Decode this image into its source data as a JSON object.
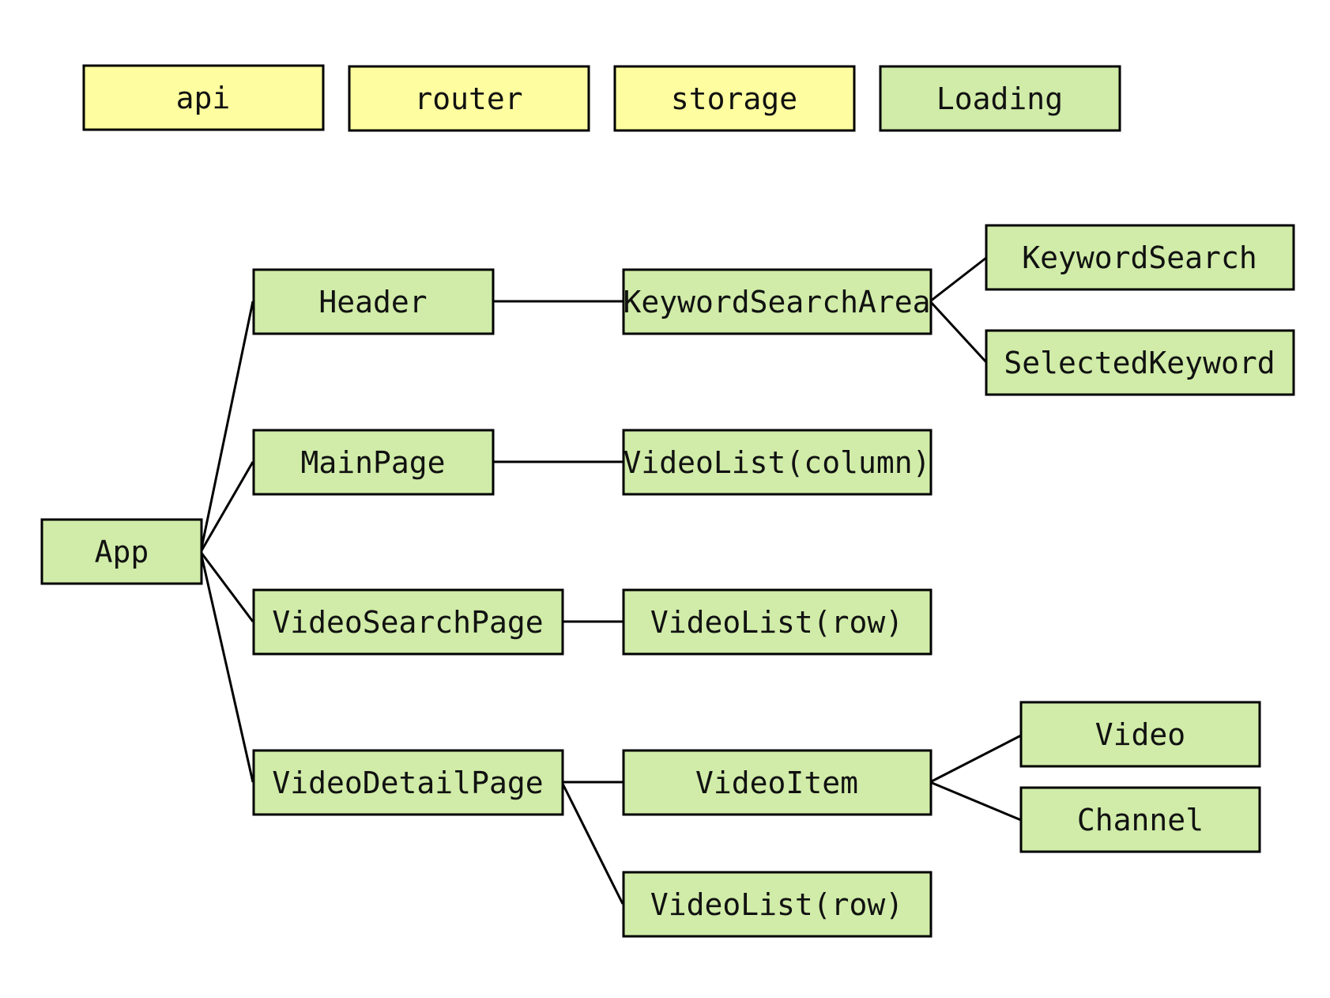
{
  "colors": {
    "global": "#fefea0",
    "component": "#d0eca8",
    "border": "#000000"
  },
  "global_modules": [
    {
      "id": "api",
      "label": "api"
    },
    {
      "id": "router",
      "label": "router"
    },
    {
      "id": "storage",
      "label": "storage"
    }
  ],
  "shared_components": [
    {
      "id": "loading",
      "label": "Loading"
    }
  ],
  "tree": {
    "app": {
      "label": "App"
    },
    "header": {
      "label": "Header"
    },
    "main_page": {
      "label": "MainPage"
    },
    "video_search_page": {
      "label": "VideoSearchPage"
    },
    "video_detail_page": {
      "label": "VideoDetailPage"
    },
    "keyword_search_area": {
      "label": "KeywordSearchArea"
    },
    "keyword_search": {
      "label": "KeywordSearch"
    },
    "selected_keyword": {
      "label": "SelectedKeyword"
    },
    "video_list_column": {
      "label": "VideoList(column)"
    },
    "video_list_row_search": {
      "label": "VideoList(row)"
    },
    "video_item": {
      "label": "VideoItem"
    },
    "video": {
      "label": "Video"
    },
    "channel": {
      "label": "Channel"
    },
    "video_list_row_detail": {
      "label": "VideoList(row)"
    }
  }
}
